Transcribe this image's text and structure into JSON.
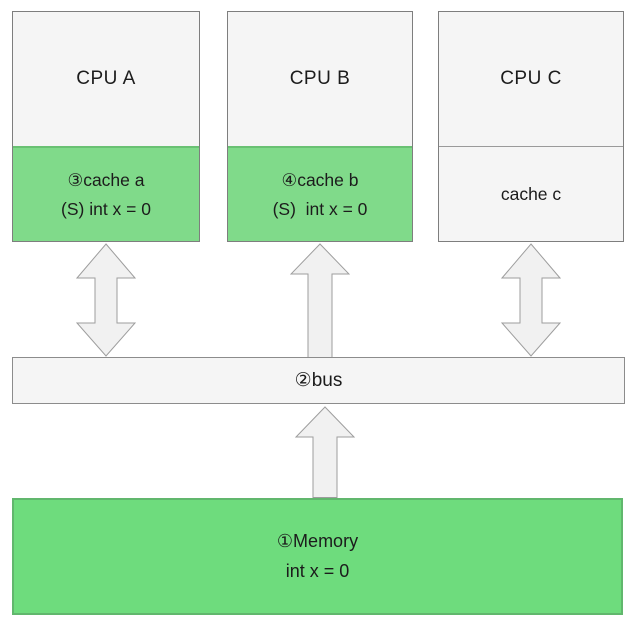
{
  "diagram": {
    "title_semantic": "cache-coherence-diagram",
    "cpus": [
      {
        "name": "CPU A",
        "cache_title": "③cache a",
        "cache_state": "(S) int x = 0",
        "cache_highlighted": true
      },
      {
        "name": "CPU B",
        "cache_title": "④cache b",
        "cache_state": "(S)  int x = 0",
        "cache_highlighted": true
      },
      {
        "name": "CPU C",
        "cache_title": "cache c",
        "cache_state": "",
        "cache_highlighted": false
      }
    ],
    "bus": {
      "label": "②bus"
    },
    "memory": {
      "line1": "①Memory",
      "line2": "int x = 0"
    },
    "colors": {
      "cache_green": "#80da8a",
      "cache_green_border": "#69c173",
      "memory_green": "#6edc7d",
      "memory_green_border": "#61b76d",
      "box_fill": "#f5f5f5",
      "box_border": "#7e7e7e",
      "bus_border": "#8c8c8c",
      "arrow_fill": "#f1f1f1",
      "arrow_stroke": "#9d9d9d"
    },
    "arrows": [
      {
        "id": "cpu-a-bus",
        "direction": "both"
      },
      {
        "id": "cpu-b-bus",
        "direction": "up"
      },
      {
        "id": "cpu-c-bus",
        "direction": "both"
      },
      {
        "id": "memory-bus",
        "direction": "up"
      }
    ]
  }
}
